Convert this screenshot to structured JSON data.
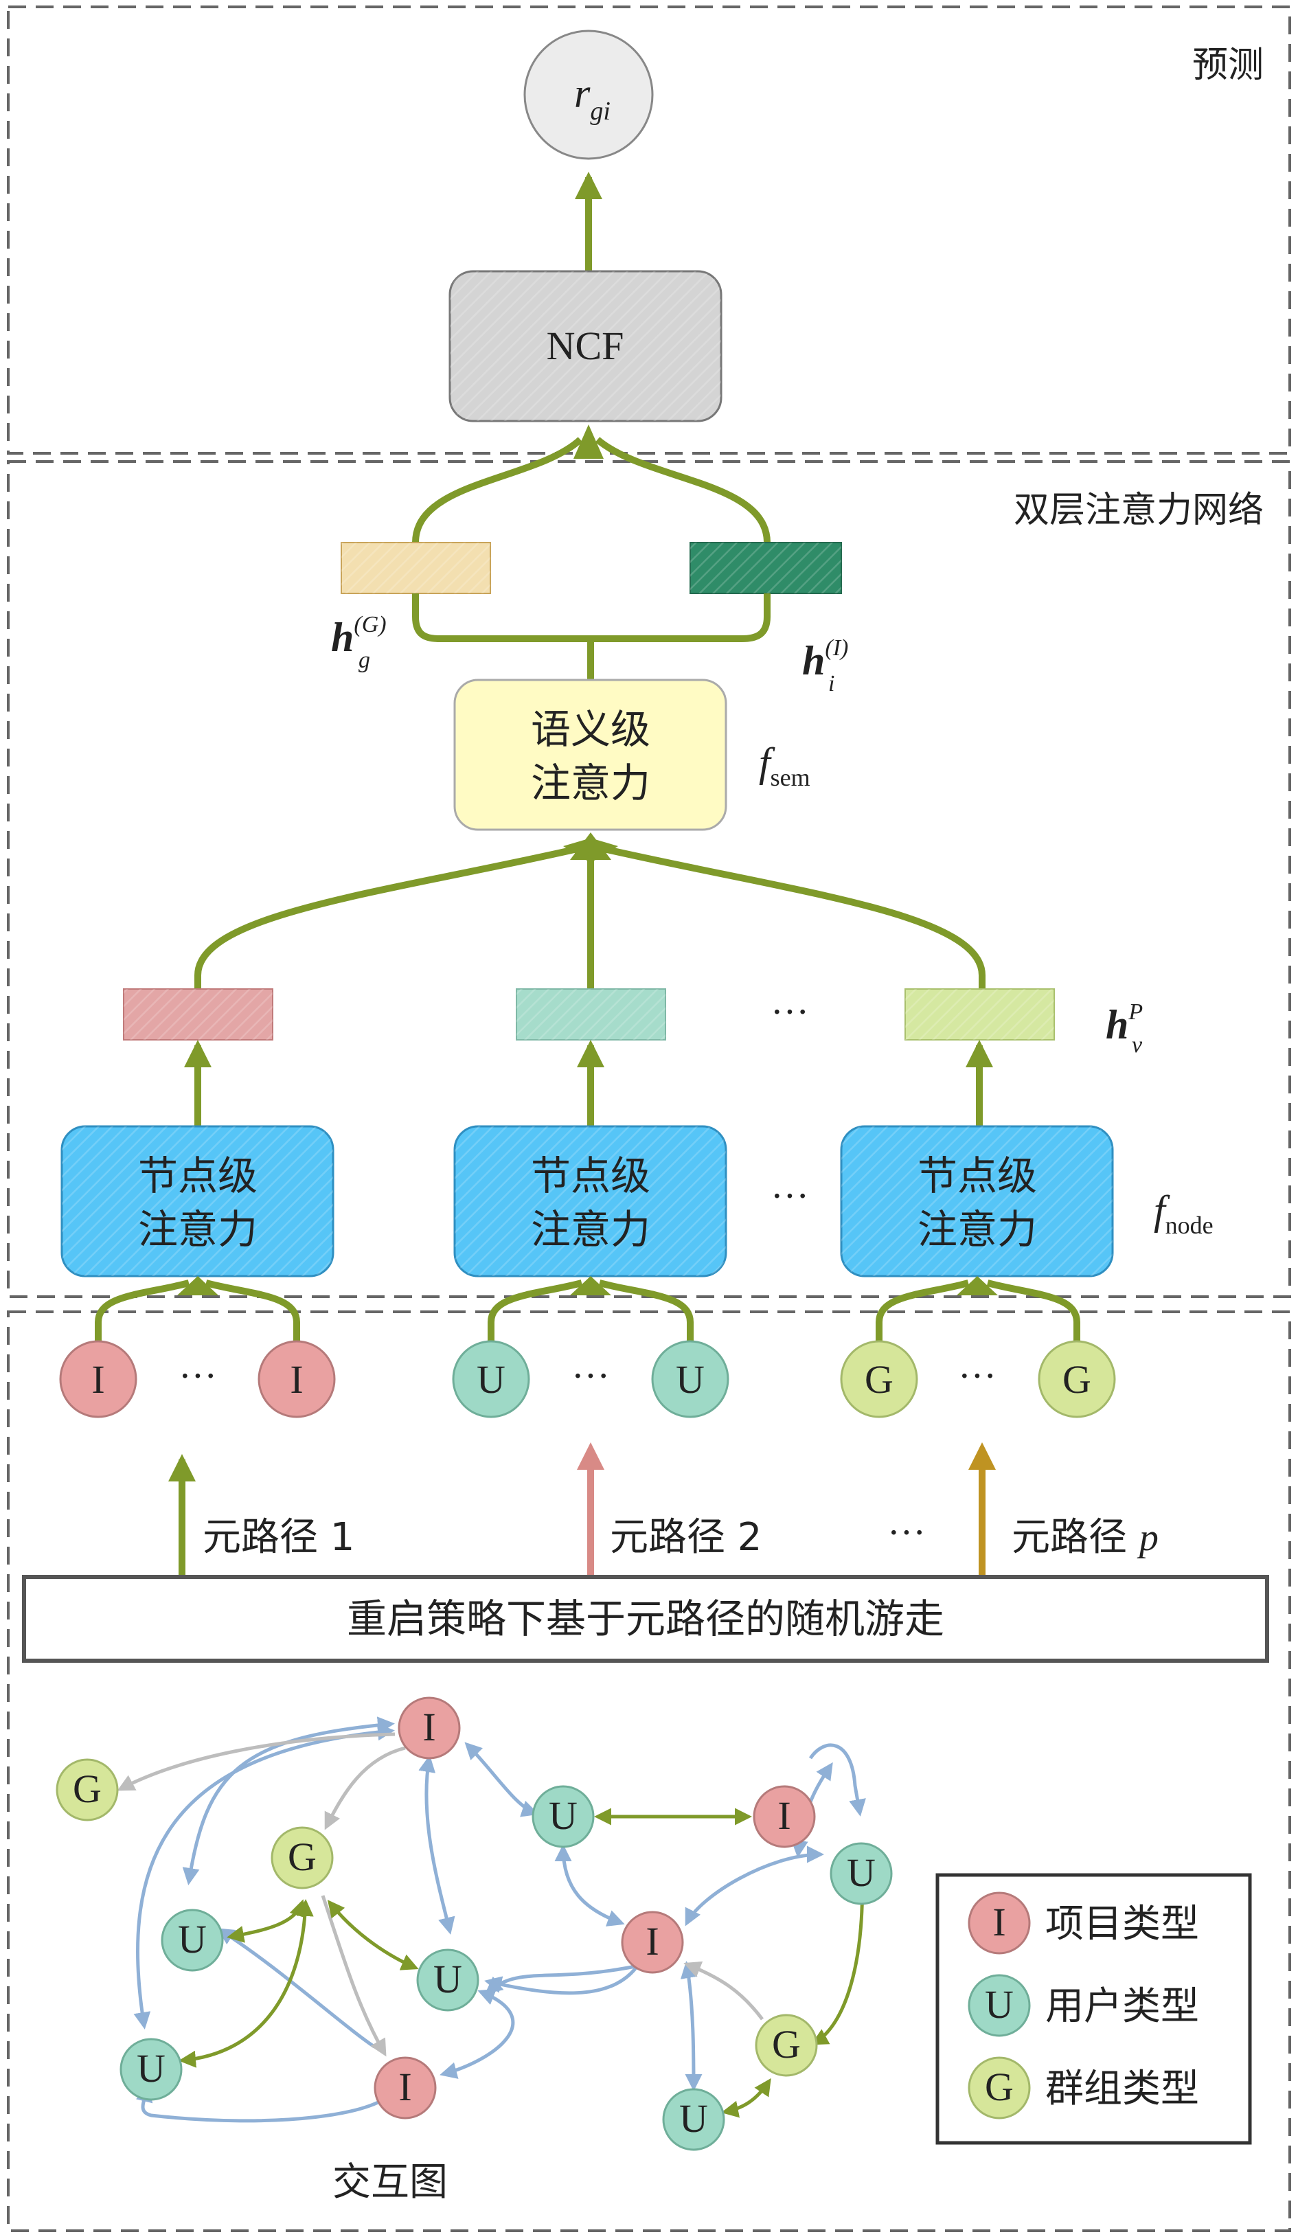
{
  "panels": {
    "predict": "预测",
    "attention": "双层注意力网络"
  },
  "output": {
    "symbol": "r",
    "subscript": "gi"
  },
  "ncf": {
    "label": "NCF"
  },
  "semantic_attention": {
    "line1": "语义级",
    "line2": "注意力",
    "func": "f",
    "func_sub": "sem"
  },
  "embeddings": {
    "group": {
      "symbol": "h",
      "sub": "g",
      "sup": "(G)"
    },
    "item": {
      "symbol": "h",
      "sub": "i",
      "sup": "(I)"
    },
    "path": {
      "symbol": "h",
      "sub": "v",
      "sup": "P"
    }
  },
  "node_attention": {
    "line1": "节点级",
    "line2": "注意力",
    "func": "f",
    "func_sub": "node"
  },
  "ellipsis": "···",
  "node_groups": [
    {
      "left": "I",
      "right": "I"
    },
    {
      "left": "U",
      "right": "U"
    },
    {
      "left": "G",
      "right": "G"
    }
  ],
  "metapaths": [
    {
      "label": "元路径 1"
    },
    {
      "label": "元路径 2"
    },
    {
      "label": "元路径 ",
      "var": "p"
    }
  ],
  "random_walk": "重启策略下基于元路径的随机游走",
  "interaction_graph": {
    "caption": "交互图",
    "nodes": [
      "G",
      "I",
      "U",
      "I",
      "G",
      "U",
      "U",
      "I",
      "U",
      "U",
      "I",
      "G",
      "U"
    ]
  },
  "legend": [
    {
      "symbol": "I",
      "label": "项目类型"
    },
    {
      "symbol": "U",
      "label": "用户类型"
    },
    {
      "symbol": "G",
      "label": "群组类型"
    }
  ],
  "colors": {
    "arrow_green": "#7f9a2a",
    "arrow_red": "#d88a86",
    "arrow_gold": "#bf9322",
    "item_node": "#e9a1a1",
    "user_node": "#9ed9c6",
    "group_node": "#d6e69a",
    "node_attention_box": "#56c5f7",
    "semantic_box": "#fffbc4",
    "ncf_box": "#d4d4d4",
    "emb_group": "#f3dfb0",
    "emb_item": "#2f8c68",
    "emb_path1": "#e3a6a6",
    "emb_path2": "#a6dccb",
    "emb_path3": "#d5e8a1",
    "edge_blue": "#8fb0d6",
    "edge_grey": "#bdbdbd"
  }
}
